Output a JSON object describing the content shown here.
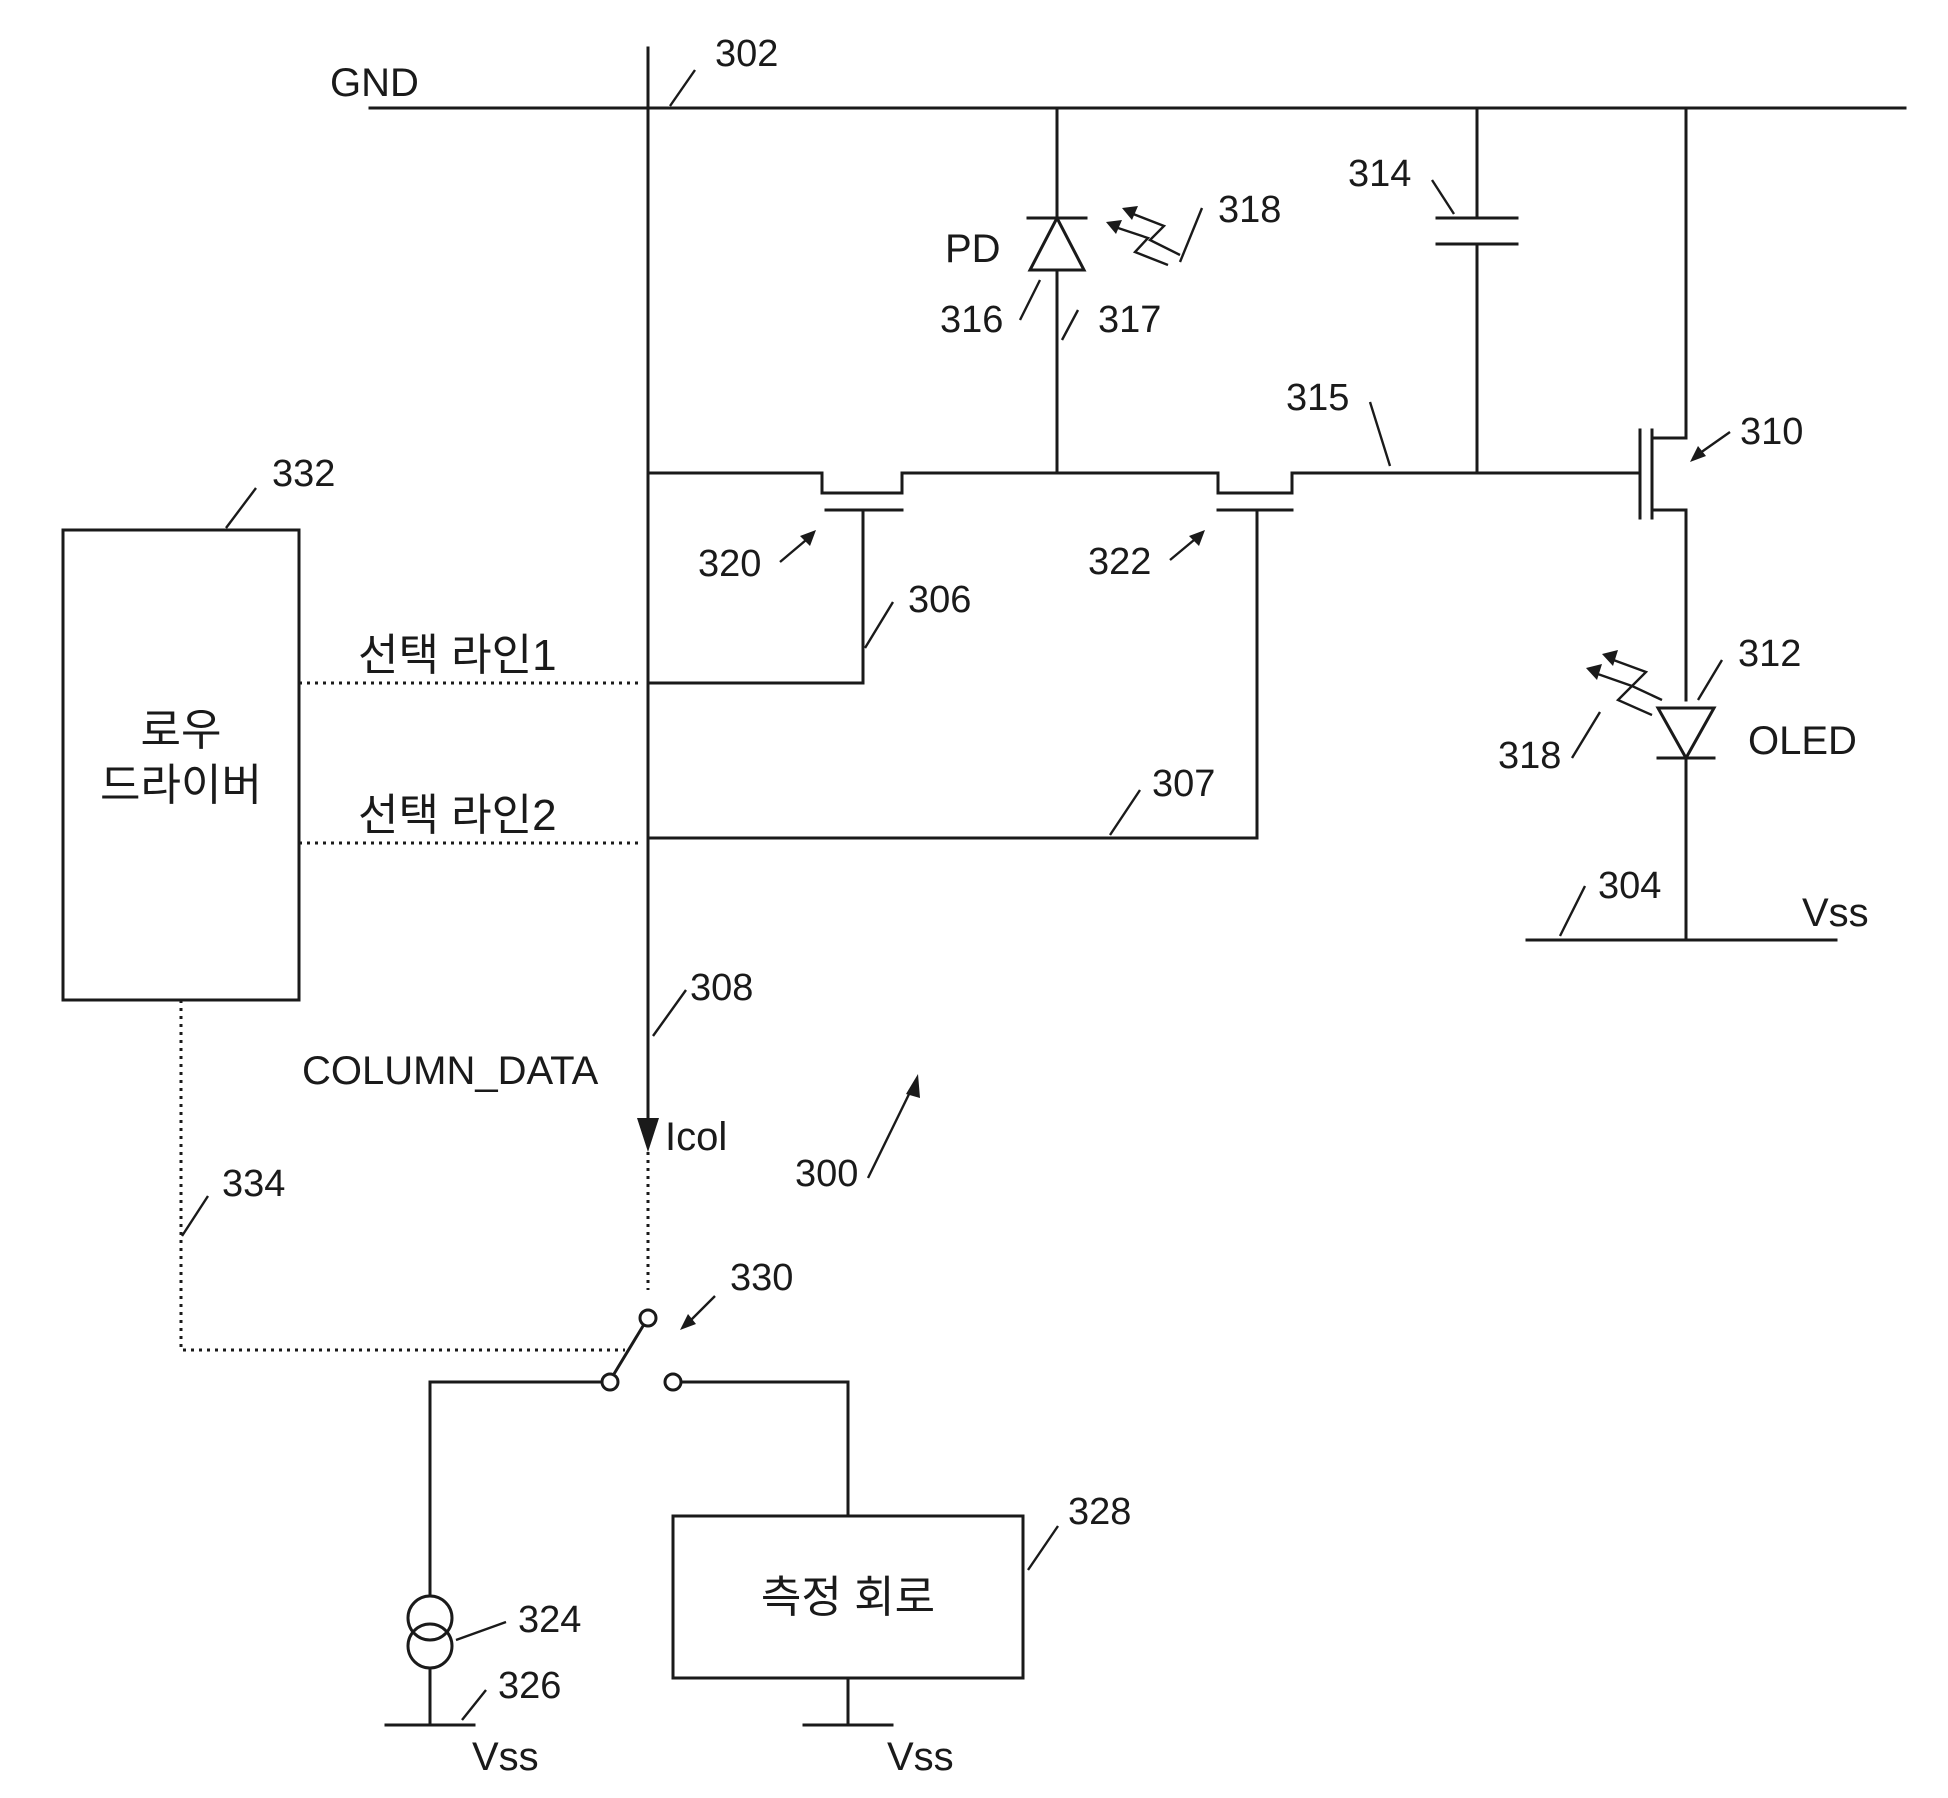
{
  "figure_number": "300",
  "rails": {
    "gnd": {
      "label": "GND",
      "ref": "302"
    },
    "vss_oled": {
      "label": "Vss",
      "ref": "304"
    },
    "vss_source": {
      "label": "Vss",
      "ref": "326"
    },
    "vss_measure": {
      "label": "Vss"
    }
  },
  "photodiode": {
    "label": "PD",
    "ref": "316",
    "node_ref": "317"
  },
  "light_to_pd": {
    "ref": "318"
  },
  "light_from_oled": {
    "ref": "318"
  },
  "capacitor": {
    "ref": "314"
  },
  "gate_node": {
    "ref": "315"
  },
  "drive_transistor": {
    "ref": "310"
  },
  "oled": {
    "label": "OLED",
    "ref": "312"
  },
  "switch_tft_1": {
    "ref": "320",
    "gate_line_ref": "306"
  },
  "switch_tft_2": {
    "ref": "322",
    "gate_line_ref": "307"
  },
  "row_driver": {
    "label_line1": "로우",
    "label_line2": "드라이버",
    "ref": "332"
  },
  "select_line_1": {
    "label": "선택 라인1"
  },
  "select_line_2": {
    "label": "선택 라인2"
  },
  "column_data": {
    "label": "COLUMN_DATA",
    "ref": "308",
    "current_label": "Icol"
  },
  "control_line": {
    "ref": "334"
  },
  "switch": {
    "ref": "330"
  },
  "current_source": {
    "ref": "324"
  },
  "measurement_circuit": {
    "label": "측정 회로",
    "ref": "328"
  }
}
